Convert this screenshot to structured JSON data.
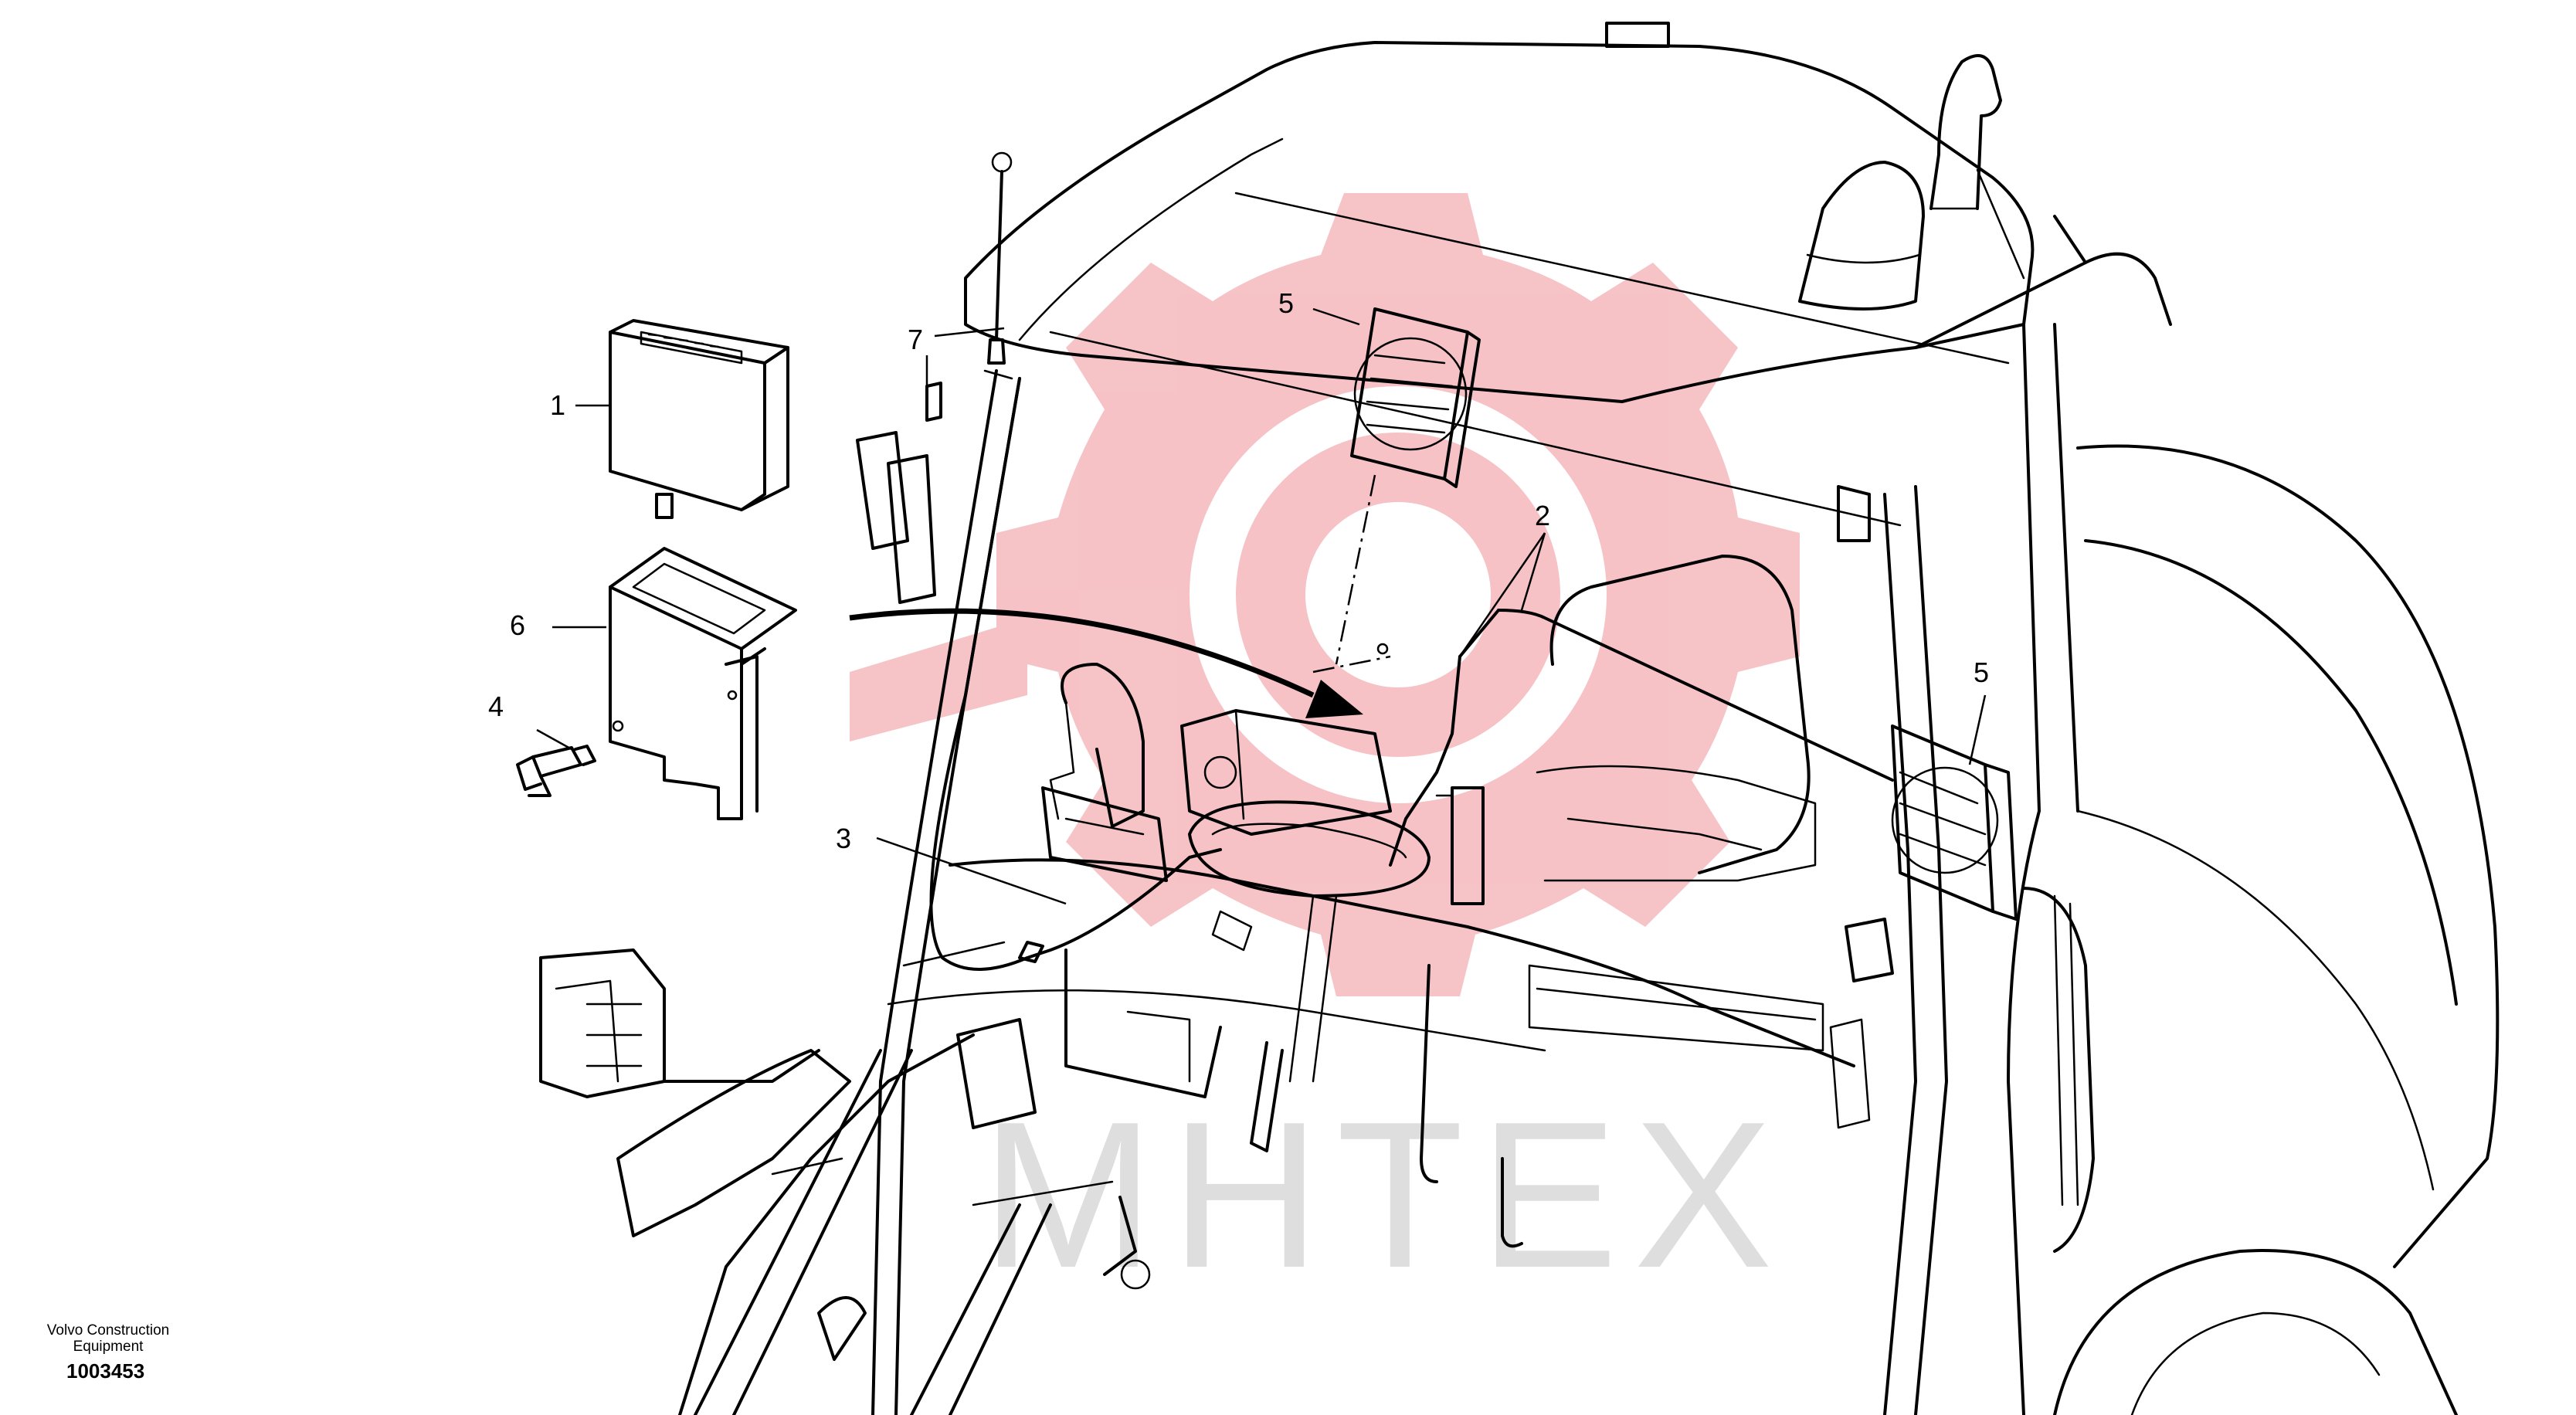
{
  "footer": {
    "publisher": "Volvo Construction Equipment",
    "drawing_number": "1003453"
  },
  "watermark": {
    "text": "MHTEX",
    "gear_color": "#f5b8bc",
    "text_color": "#d6d6d6"
  },
  "callouts": [
    {
      "number": "1"
    },
    {
      "number": "2"
    },
    {
      "number": "3"
    },
    {
      "number": "4"
    },
    {
      "number": "5"
    },
    {
      "number": "5"
    },
    {
      "number": "6"
    },
    {
      "number": "7"
    }
  ]
}
